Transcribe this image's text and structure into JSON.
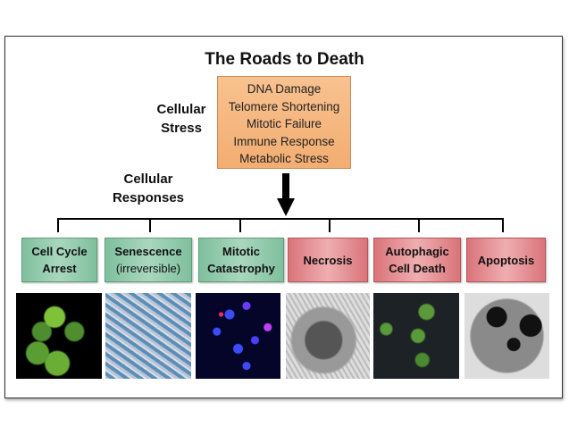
{
  "title": "The Roads to Death",
  "cellular_stress_label": [
    "Cellular",
    "Stress"
  ],
  "stress_items": [
    "DNA Damage",
    "Telomere Shortening",
    "Mitotic Failure",
    "Immune Response",
    "Metabolic Stress"
  ],
  "cellular_responses_label": [
    "Cellular",
    "Responses"
  ],
  "responses": [
    {
      "line1": "Cell Cycle",
      "line2": "Arrest",
      "color": "#8fc8a8"
    },
    {
      "line1": "Senescence",
      "line2": "(irreversible)",
      "color": "#8fc8a8"
    },
    {
      "line1": "Mitotic",
      "line2": "Catastrophy",
      "color": "#8fc8a8"
    },
    {
      "line1": "Necrosis",
      "line2": "",
      "color": "#e38a8f"
    },
    {
      "line1": "Autophagic",
      "line2": "Cell Death",
      "color": "#e38a8f"
    },
    {
      "line1": "Apoptosis",
      "line2": "",
      "color": "#e38a8f"
    }
  ]
}
